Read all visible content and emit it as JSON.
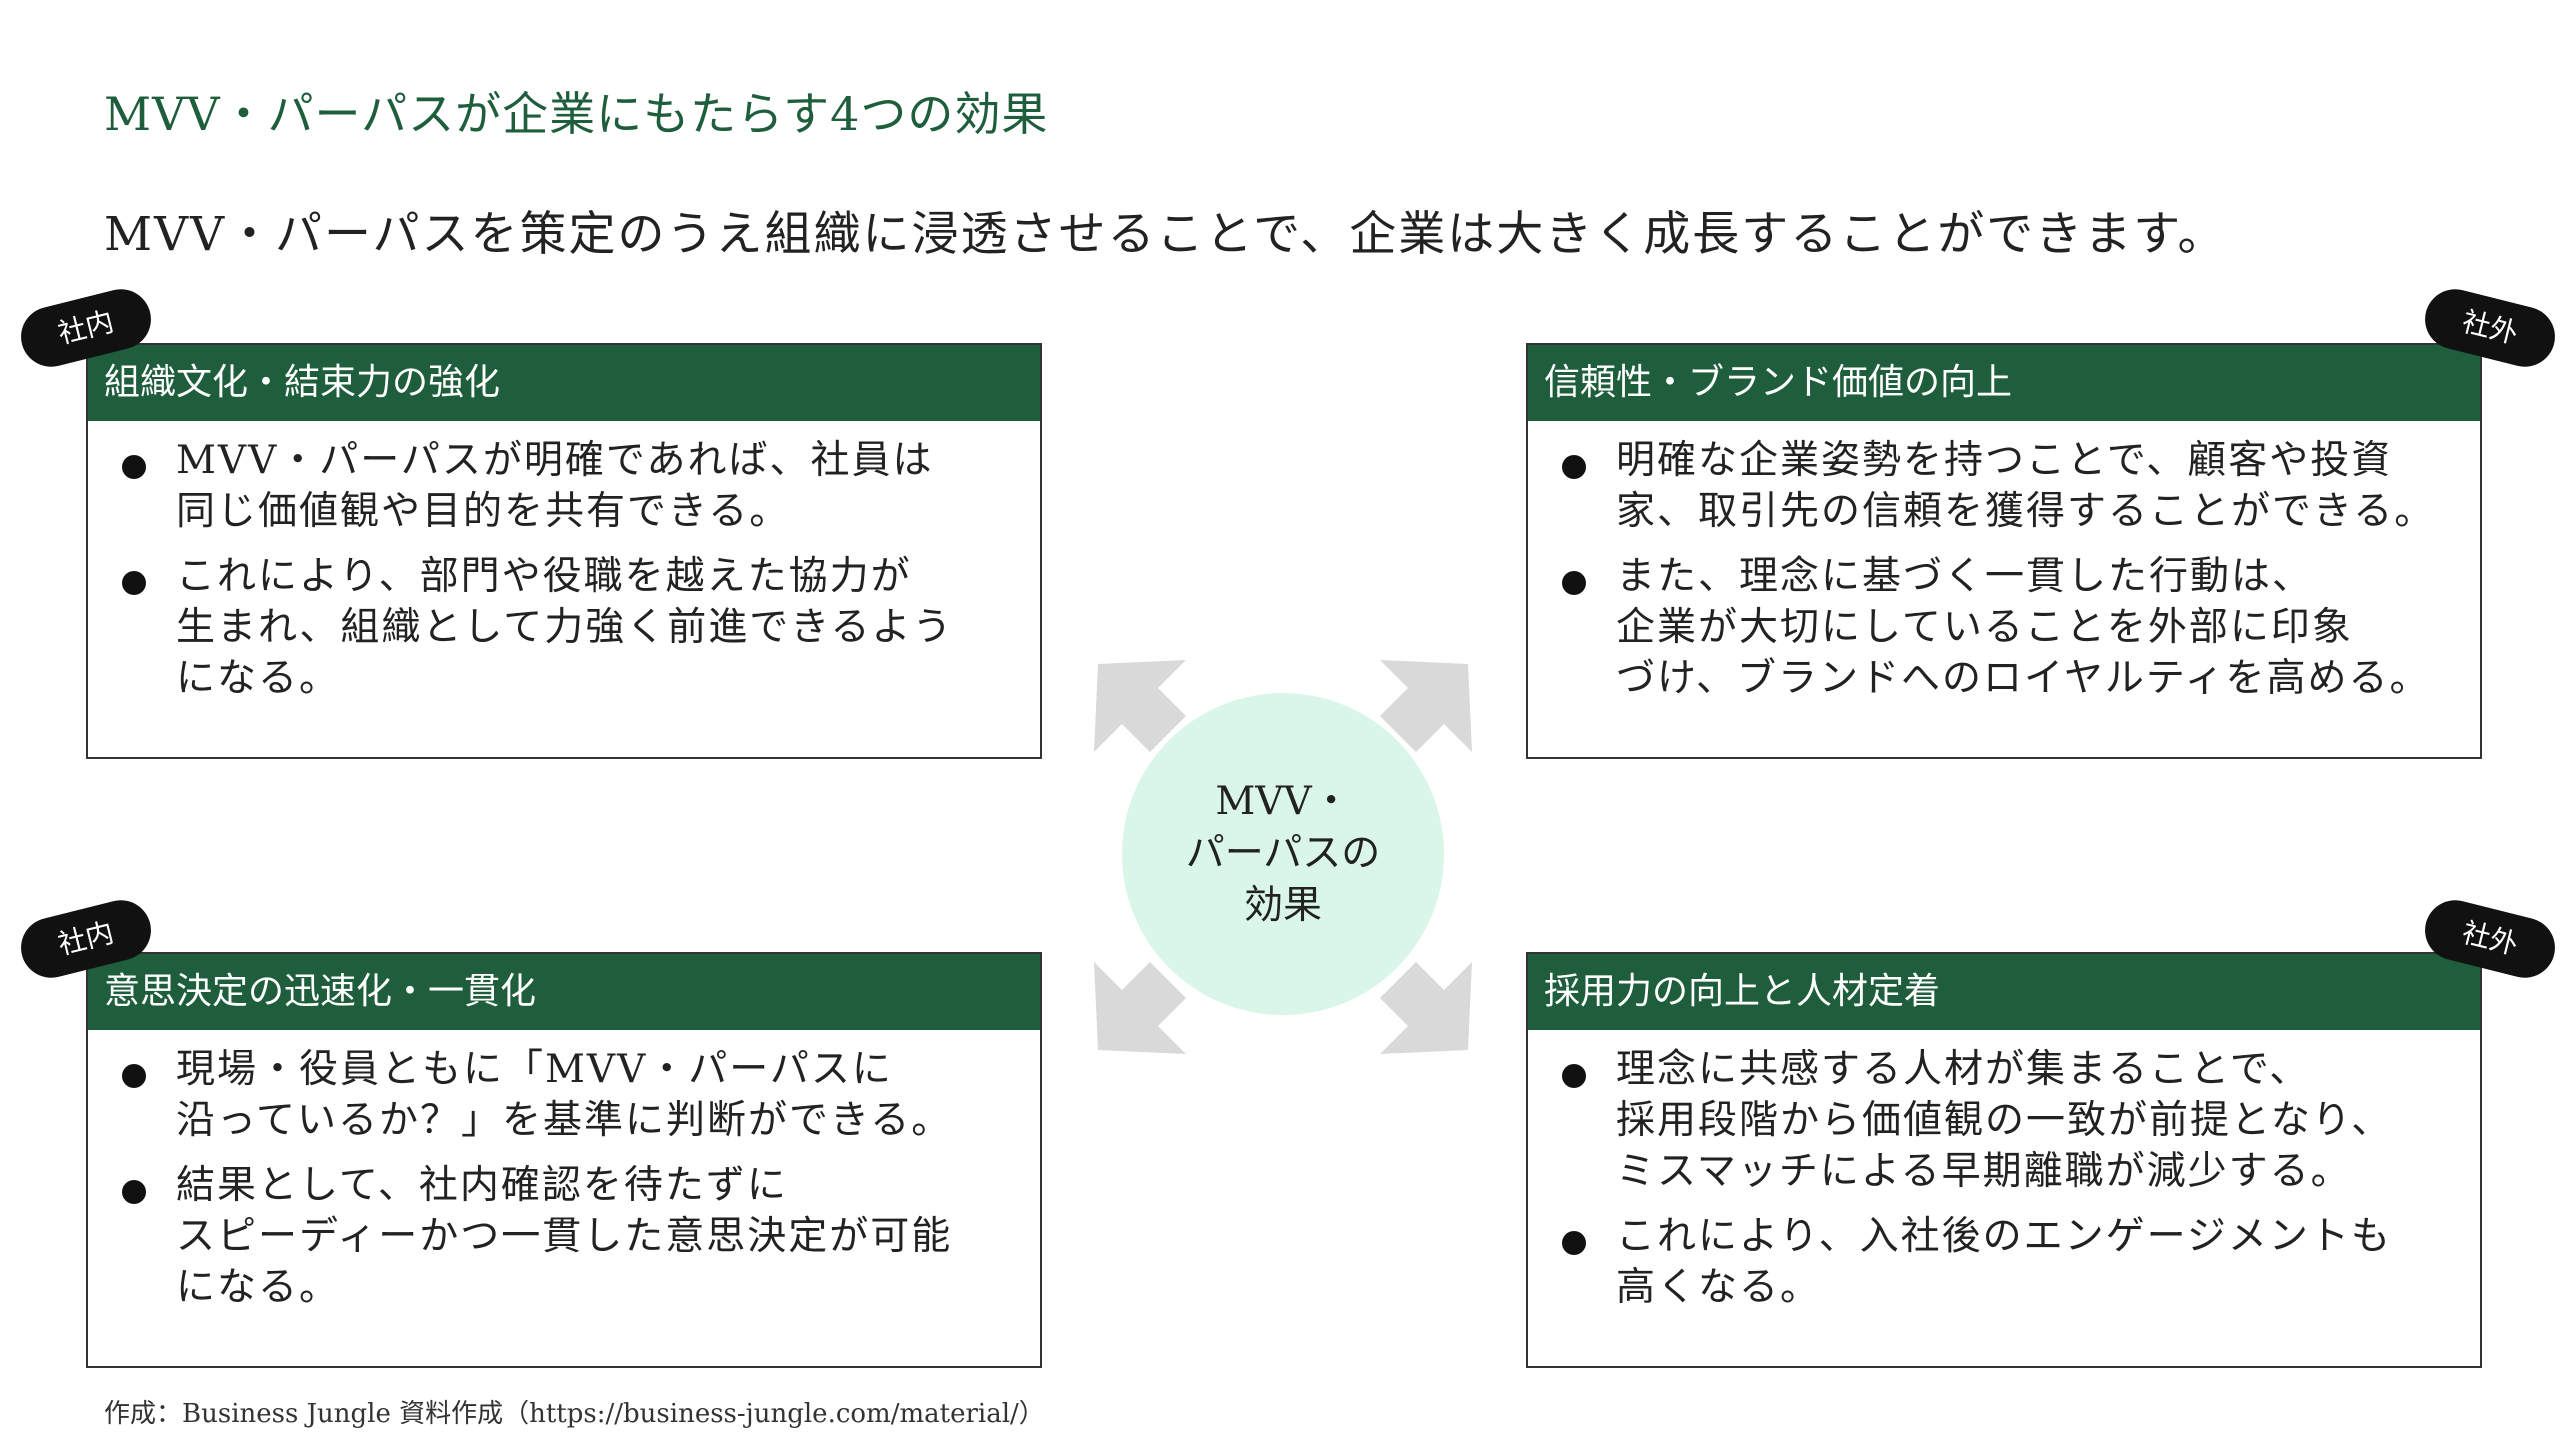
{
  "title": "MVV・パーパスが企業にもたらす4つの効果",
  "lead": "MVV・パーパスを策定のうえ組織に浸透させることで、企業は大きく成長することができます。",
  "center": "MVV・\nパーパスの\n効果",
  "cards": [
    {
      "tag": "社内",
      "heading": "組織文化・結束力の強化",
      "bullets": [
        "MVV・パーパスが明確であれば、社員は\n同じ価値観や目的を共有できる。",
        "これにより、部門や役職を越えた協力が\n生まれ、組織として力強く前進できるよう\nになる。"
      ]
    },
    {
      "tag": "社外",
      "heading": "信頼性・ブランド価値の向上",
      "bullets": [
        "明確な企業姿勢を持つことで、顧客や投資\n家、取引先の信頼を獲得することができる。",
        "また、理念に基づく一貫した行動は、\n企業が大切にしていることを外部に印象\nづけ、ブランドへのロイヤルティを高める。"
      ]
    },
    {
      "tag": "社内",
      "heading": "意思決定の迅速化・一貫化",
      "bullets": [
        "現場・役員ともに「MVV・パーパスに\n沿っているか？」を基準に判断ができる。",
        "結果として、社内確認を待たずに\nスピーディーかつ一貫した意思決定が可能\nになる。"
      ]
    },
    {
      "tag": "社外",
      "heading": "採用力の向上と人材定着",
      "bullets": [
        "理念に共感する人材が集まることで、\n採用段階から価値観の一致が前提となり、\nミスマッチによる早期離職が減少する。",
        "これにより、入社後のエンゲージメントも\n高くなる。"
      ]
    }
  ],
  "footer": "作成：Business Jungle 資料作成（https://business-jungle.com/material/）",
  "colors": {
    "accent": "#1f5e3c",
    "circle": "#d9f6e8",
    "arrow": "#d9d9d9"
  }
}
